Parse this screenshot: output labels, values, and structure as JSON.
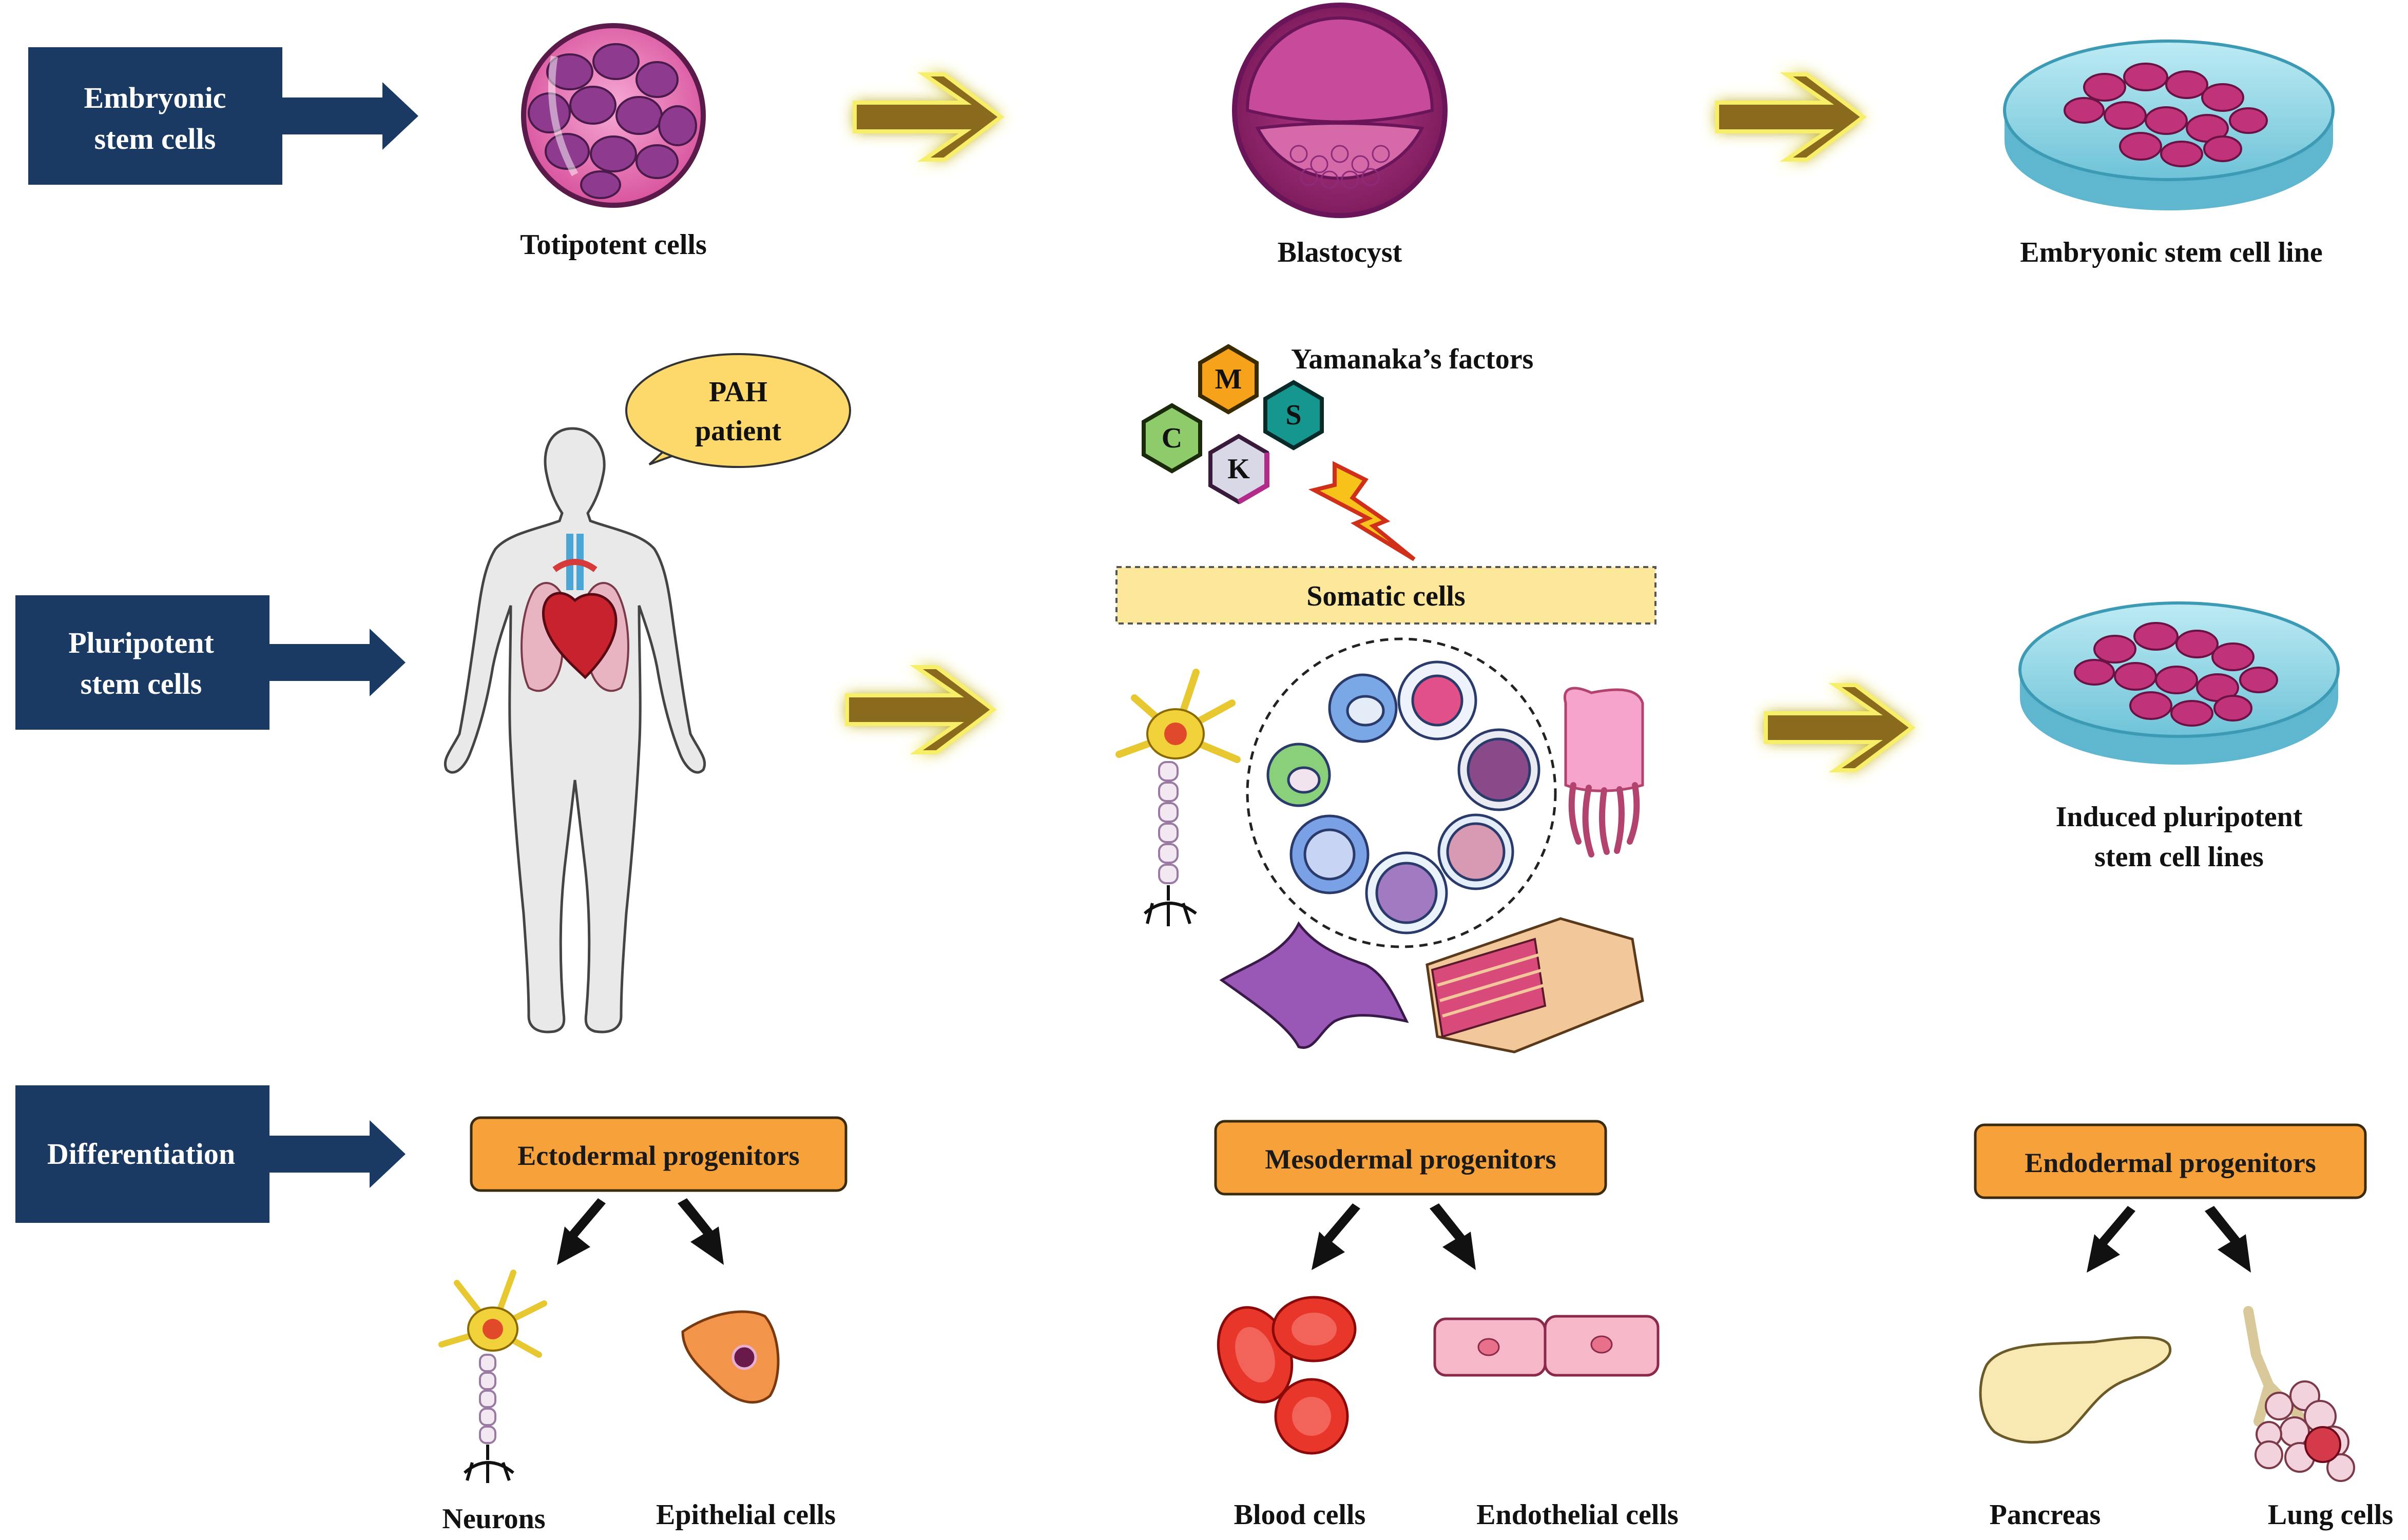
{
  "rows": {
    "embryonic": {
      "line1": "Embryonic",
      "line2": "stem cells"
    },
    "pluripotent": {
      "line1": "Pluripotent",
      "line2": "stem cells"
    },
    "differentiation": {
      "line1": "Differentiation"
    }
  },
  "embryonic_stage": {
    "totipotent": "Totipotent cells",
    "blastocyst": "Blastocyst",
    "esc_line": "Embryonic stem cell line"
  },
  "pluripotent_stage": {
    "speech_line1": "PAH",
    "speech_line2": "patient",
    "yamanaka": "Yamanaka’s factors",
    "factors": [
      "M",
      "S",
      "C",
      "K"
    ],
    "somatic": "Somatic cells",
    "ipsc_line1": "Induced pluripotent",
    "ipsc_line2": "stem cell lines"
  },
  "progenitors": [
    {
      "label": "Ectodermal progenitors",
      "outputs": [
        "Neurons",
        "Epithelial cells"
      ]
    },
    {
      "label": "Mesodermal progenitors",
      "outputs": [
        "Blood cells",
        "Endothelial cells"
      ]
    },
    {
      "label": "Endodermal progenitors",
      "outputs": [
        "Pancreas",
        "Lung cells"
      ]
    }
  ],
  "colors": {
    "navy": "#1b3a63",
    "gold_arrow": "#8a6a1a",
    "progenitor_fill": "#f6a13a",
    "somatic_fill": "#fde79a",
    "speech_fill": "#fcd96a",
    "dish_blue": "#8fd6e6",
    "cell_magenta": "#c0327a"
  }
}
